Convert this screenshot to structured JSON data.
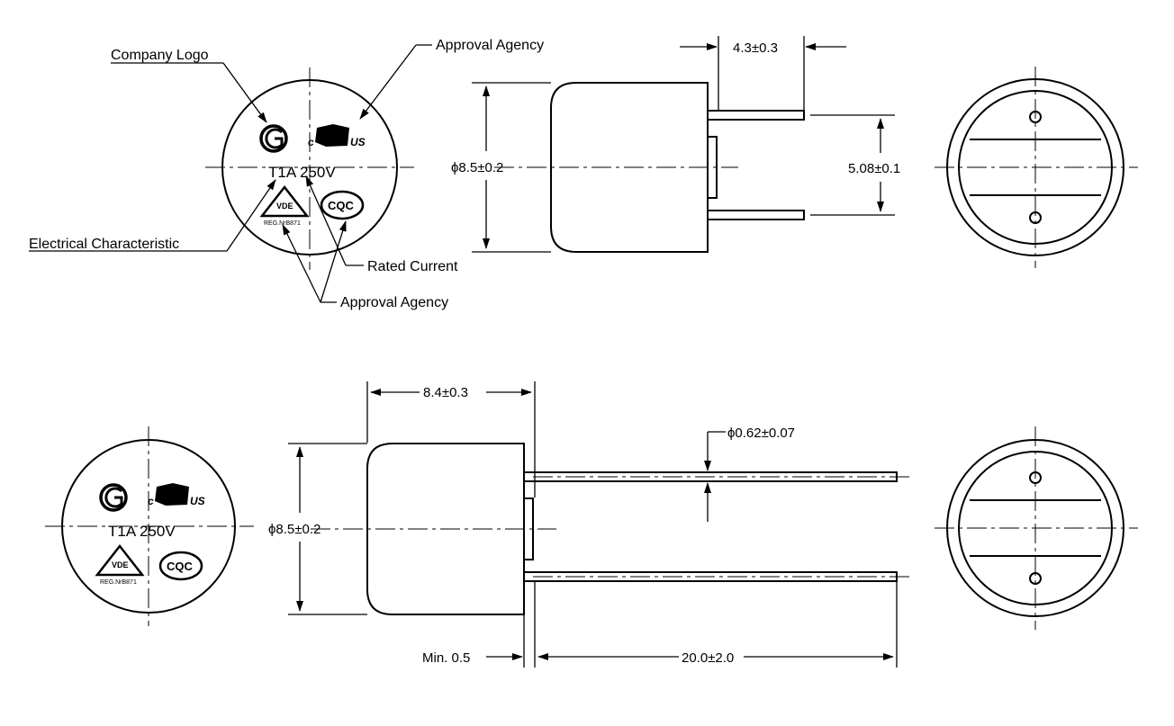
{
  "callouts": {
    "company_logo": "Company Logo",
    "approval_agency_top": "Approval Agency",
    "electrical_characteristic": "Electrical Characteristic",
    "rated_current": "Rated Current",
    "approval_agency_bottom": "Approval Agency"
  },
  "marking": {
    "rating": "T1A 250V",
    "ul_c": "c",
    "ul_us": "US",
    "vde_reg": "REG.NrB871",
    "vde_letters": "VDE",
    "cqc": "CQC"
  },
  "dimensions": {
    "lead_length_top": "4.3±0.3",
    "body_diameter_top": "ϕ8.5±0.2",
    "lead_spacing": "5.08±0.1",
    "body_length": "8.4±0.3",
    "lead_diameter": "ϕ0.62±0.07",
    "body_diameter_bottom": "ϕ8.5±0.2",
    "min_gap": "Min. 0.5",
    "lead_length_bottom": "20.0±2.0"
  },
  "icons": {
    "company_logo": "g-logo-icon",
    "ul": "ul-mark-icon",
    "vde": "vde-triangle-icon",
    "cqc": "cqc-oval-icon"
  }
}
